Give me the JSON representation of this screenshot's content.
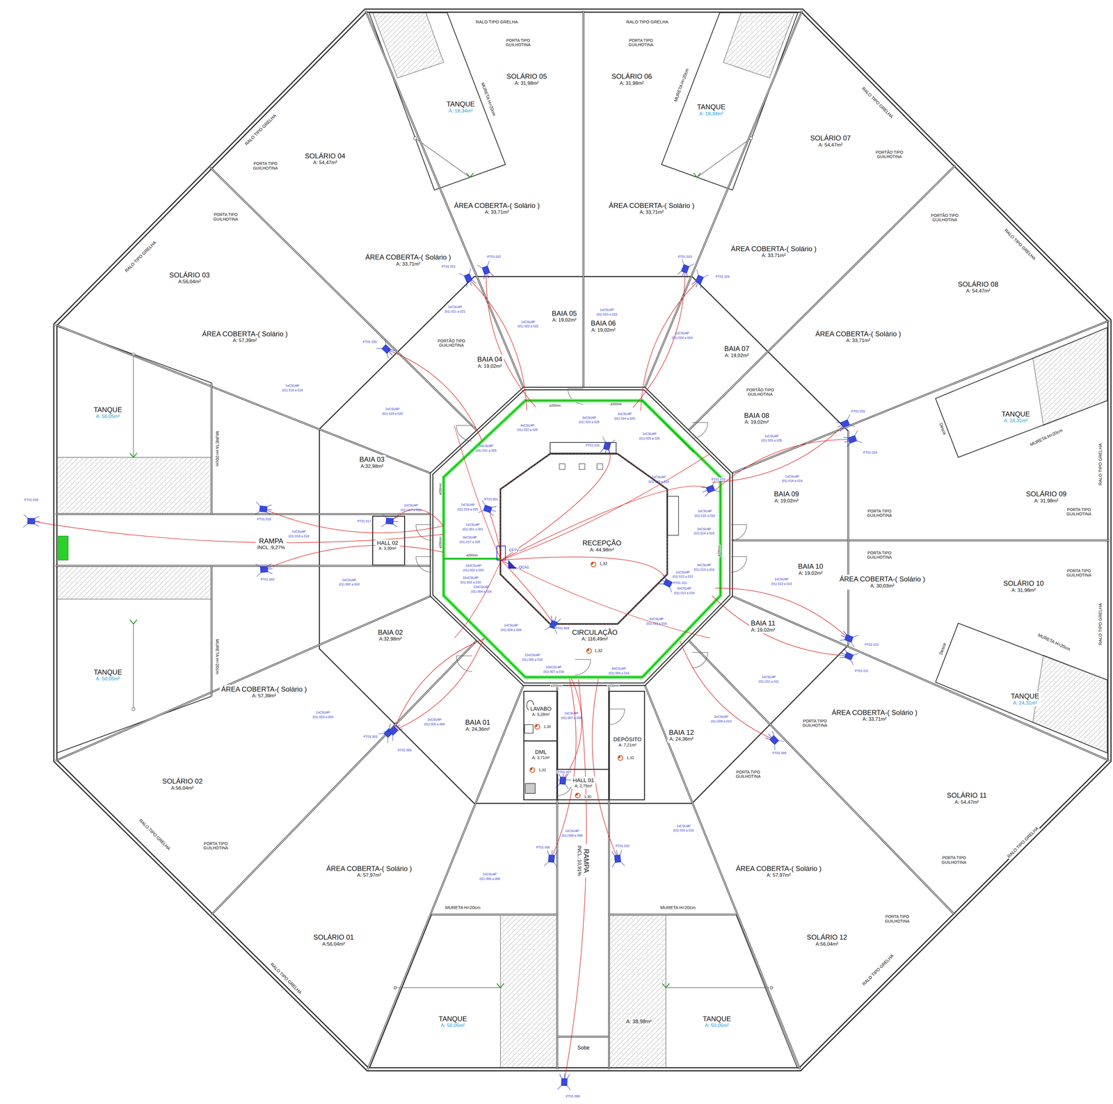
{
  "diagram": {
    "nodes": [
      {
        "text": [
          "SOLÁRIO 05",
          "A: 31,98m²"
        ]
      },
      {
        "text": [
          "SOLÁRIO 06",
          "A: 31,98m²"
        ]
      },
      {
        "text": [
          "TANQUE",
          "A: 18,34m²"
        ]
      },
      {
        "text": [
          "TANQUE",
          "A: 18,34m²"
        ]
      },
      {
        "text": [
          "SOLÁRIO 07",
          "A: 54,47m²"
        ]
      },
      {
        "text": [
          "SOLÁRIO 04",
          "A: 54,47m²"
        ]
      },
      {
        "text": [
          "ÁREA COBERTA-( Solário )",
          "A: 33,71m²"
        ]
      },
      {
        "text": [
          "ÁREA COBERTA-( Solário )",
          "A: 33,71m²"
        ]
      },
      {
        "text": [
          "ÁREA COBERTA-( Solário )",
          "A: 33,71m²"
        ]
      },
      {
        "text": [
          "ÁREA COBERTA-( Solário )",
          "A: 33,71m²"
        ]
      },
      {
        "text": [
          "SOLÁRIO 03",
          "A:56,04m²"
        ]
      },
      {
        "text": [
          "SOLÁRIO 08",
          "A: 54,47m²"
        ]
      },
      {
        "text": [
          "BAIA 05",
          "A: 19,02m²"
        ]
      },
      {
        "text": [
          "BAIA 06",
          "A: 19,02m²"
        ]
      },
      {
        "text": [
          "ÁREA COBERTA-( Solário )",
          "A: 57,39m²"
        ]
      },
      {
        "text": [
          "ÁREA COBERTA-( Solário )",
          "A: 33,71m²"
        ]
      },
      {
        "text": [
          "BAIA 07",
          "A: 19,02m²"
        ]
      },
      {
        "text": [
          "BAIA 04",
          "A: 19,02m²"
        ]
      },
      {
        "text": [
          "TANQUE",
          "A: 50,05m²"
        ]
      },
      {
        "text": [
          "TANQUE",
          "A: 24,31m²"
        ]
      },
      {
        "text": [
          "BAIA 08",
          "A: 19,02m²"
        ]
      },
      {
        "text": [
          "BAIA 03",
          "A:32,98m²"
        ]
      },
      {
        "text": [
          "SOLÁRIO 09",
          "A: 31,98m²"
        ]
      },
      {
        "text": [
          "BAIA 09",
          "A: 19,02m²"
        ]
      },
      {
        "text": [
          "RAMPA",
          "INCL.:9,27%"
        ]
      },
      {
        "text": [
          "HALL 02",
          "A: 3,30m²"
        ]
      },
      {
        "text": [
          "RECEPÇÃO",
          "A: 44,98m²"
        ]
      },
      {
        "text": [
          "BAIA 10",
          "A: 19,02m²"
        ]
      },
      {
        "text": [
          "ÁREA COBERTA-( Solário )",
          "A: 30,03m²"
        ]
      },
      {
        "text": [
          "SOLÁRIO 10",
          "A: 31,98m²"
        ]
      },
      {
        "text": [
          "BAIA 11",
          "A: 19,02m²"
        ]
      },
      {
        "text": [
          "BAIA 02",
          "A:32,98m²"
        ]
      },
      {
        "text": [
          "CIRCULAÇÃO",
          "A: 116,49m²"
        ]
      },
      {
        "text": [
          "TANQUE",
          "A: 50,05m²"
        ]
      },
      {
        "text": [
          "ÁREA COBERTA-( Solário )",
          "A: 57,39m²"
        ]
      },
      {
        "text": [
          "TANQUE",
          "A: 24,31m²"
        ]
      },
      {
        "text": [
          "ÁREA COBERTA-( Solário )",
          "A: 33,71m²"
        ]
      },
      {
        "text": [
          "LAVABO",
          "A: 3,28m²"
        ]
      },
      {
        "text": [
          "BAIA 01",
          "A: 24,36m²"
        ]
      },
      {
        "text": [
          "BAIA 12",
          "A: 24,36m²"
        ]
      },
      {
        "text": [
          "DEPÓSITO",
          "A: 7,21m²"
        ]
      },
      {
        "text": [
          "DML",
          "A: 3,71m²"
        ]
      },
      {
        "text": [
          "SOLÁRIO 02",
          "A:56,04m²"
        ]
      },
      {
        "text": [
          "HALL 01",
          "A: 2,75m²"
        ]
      },
      {
        "text": [
          "SOLÁRIO 11",
          "A: 54,47m²"
        ]
      },
      {
        "text": [
          "RAMPA",
          "INCL.:10,91%"
        ]
      },
      {
        "text": [
          "ÁREA COBERTA-( Solário )",
          "A: 57,97m²"
        ]
      },
      {
        "text": [
          "ÁREA COBERTA-( Solário )",
          "A: 57,97m²"
        ]
      },
      {
        "text": [
          "SOLÁRIO 01",
          "A:56,04m²"
        ]
      },
      {
        "text": [
          "SOLÁRIO 12",
          "A:56,04m²"
        ]
      },
      {
        "text": [
          "TANQUE",
          "A: 50,05m²"
        ]
      },
      {
        "text": [
          "TANQUE",
          "A: 50,05m²"
        ]
      }
    ],
    "labels": [
      "RALO TIPO GRELHA",
      "RALO TIPO GRELHA",
      "PORTA TIPO GUILHOTINA",
      "PORTA TIPO GUILHOTINA",
      "MURETA H=20cm",
      "MURETA H=20cm",
      "RALO TIPO GRELHA",
      "PORTA TIPO GUILHOTINA",
      "PORTA TIPO GUILHOTINA",
      "RALO TIPO GRELHA",
      "RALO TIPO GRELHA",
      "PORTÃO TIPO GUILHOTINA",
      "PORTÃO TIPO GUILHOTINA",
      "RALO TIPO GRELHA",
      "PORTÃO TIPO GUILHOTINA",
      "PORTÃO TIPO GUILHOTINA",
      "MURETA H=20cm",
      "Desce",
      "MURETA H=20cm",
      "RALO TIPO GRELHA",
      "PORTA TIPO GUILHOTINA",
      "PORTA TIPO GUILHOTINA",
      "PORTA TIPO GUILHOTINA",
      "PORTA TIPO GUILHOTINA",
      "RALO TIPO GRELHA",
      "Desce",
      "MURETA H=20cm",
      "MURETA H=20cm",
      "PORTA TIPO GUILHOTINA",
      "PORTA TIPO GUILHOTINA",
      "RALO TIPO GRELHA",
      "PORTA TIPO GUILHOTINA",
      "RALO TIPO GRELHA",
      "RALO TIPO GRELHA",
      "PORTA TIPO GUILHOTINA",
      "PORTA TIPO GUILHOTINA",
      "RALO TIPO GRELHA",
      "MURETA H=20cm",
      "MURETA H=20cm",
      "D",
      "D",
      "A: 38,98m²",
      "Sobe",
      "1,32",
      "1,32",
      "1,30",
      "1,32",
      "1,32",
      "1,30",
      "CFTV",
      "QCA1",
      "ø200mm",
      "ø200mm",
      "ø200mm",
      "ø200mm",
      "ø200mm",
      "ø200mm",
      "ø200mm",
      "ø200mm",
      "PT01 018",
      "PT01 021",
      "PT01 022",
      "PT01 023",
      "PT01 024",
      "PT01 020",
      "PT01 019",
      "PT01 025",
      "PT01 014",
      "PT01 017",
      "PT01 001",
      "PT01 016",
      "PT01 015",
      "PT01 002",
      "PT01 012",
      "PT01 004",
      "PT01 013",
      "PT01 011",
      "PT01 003",
      "PT01 005",
      "PT01 007",
      "PT01 009",
      "PT01 006",
      "PT01 010",
      "PT01 008",
      "1xCSU4P",
      "(01) 019 a 019",
      "2xCSU4P",
      "(01) 019 a 020",
      "1xCSU4P",
      "(01) 021 a 021",
      "1xCSU4P",
      "(01) 022 a 022",
      "1xCSU4P",
      "(01) 023 a 023",
      "1xCSU4P",
      "(01) 024 a 024",
      "4xCSU4P",
      "(01) 022 a 025",
      "5xCSU4P",
      "(01) 021 a 025",
      "3xCSU4P",
      "(01) 023 a 025",
      "2xCSU4P",
      "(01) 024 a 025",
      "1xCSU4P",
      "(01) 025 a 025",
      "1xCSU4P",
      "(01) 025 a 025",
      "1xCSU4P",
      "(01) 014 a 014",
      "1xCSU4P",
      "(01) 016 a 016",
      "2xCSU4P",
      "(01) 015 a 016",
      "3xCSU4P",
      "(01) 014 a 016",
      "4xCSU4P",
      "(01) 013 a 016",
      "1xCSU4P",
      "(01) 013 a 013",
      "1xCSU4P",
      "(01) 012 a 012",
      "5xCSU4P",
      "(01) 012 a 016",
      "6xCSU4P",
      "(01) 011 a 016",
      "1xCSU4P",
      "(01) 011 a 011",
      "2xCSU4P",
      "(01) 009 a 010",
      "1xCSU4P",
      "(01) 010 a 010",
      "8xCSU4P",
      "(01) 009 a 016",
      "10xCSU4P",
      "(01) 007 a 016",
      "12xCSU4P",
      "(01) 005 a 016",
      "13xCSU4P",
      "(01) 004 a 016",
      "1xCSU4P",
      "(01) 004 a 004",
      "15xCSU4P",
      "(01) 002 a 016",
      "24xCSU4P",
      "(01) 002 a 025",
      "9xCSU4P",
      "(01) 017 a 025",
      "1xCSU4P",
      "(01) 001 a 001",
      "7xCSU4P",
      "(01) 019 a 025",
      "2xCSU4P",
      "(01) 017 a 018",
      "1xCSU4P",
      "(01) 018 a 018",
      "2xCSU4P",
      "(01) 002 a 003",
      "1xCSU4P",
      "(01) 003 a 003",
      "2xCSU4P",
      "(01) 005 a 006",
      "2xCSU4P",
      "(01) 007 a 008",
      "1xCSU4P",
      "(01) 008 a 008",
      "1xCSU4P",
      "(01) 006 a 006"
    ]
  }
}
